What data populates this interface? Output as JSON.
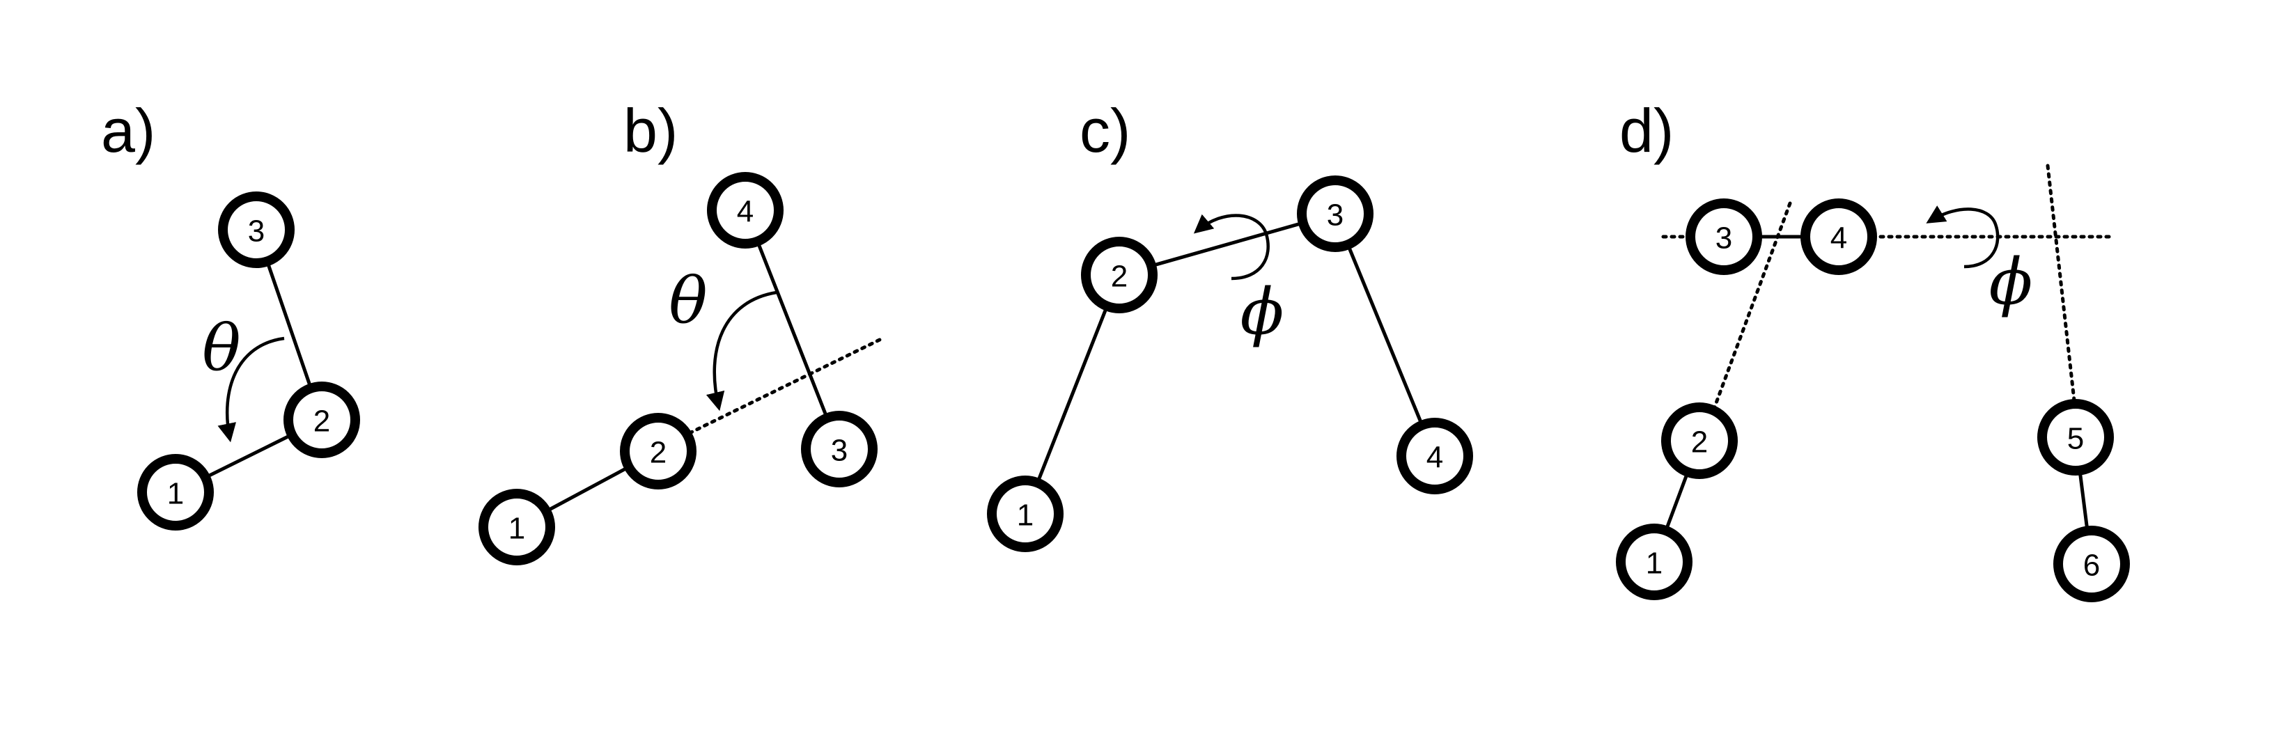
{
  "panels": [
    {
      "label": "a)",
      "angle_symbol": "θ",
      "atoms": [
        "3",
        "2",
        "1"
      ]
    },
    {
      "label": "b)",
      "angle_symbol": "θ",
      "atoms": [
        "4",
        "2",
        "3",
        "1"
      ]
    },
    {
      "label": "c)",
      "angle_symbol": "ϕ",
      "atoms": [
        "2",
        "3",
        "1",
        "4"
      ]
    },
    {
      "label": "d)",
      "angle_symbol": "ϕ",
      "atoms": [
        "3",
        "4",
        "2",
        "5",
        "1",
        "6"
      ]
    }
  ]
}
